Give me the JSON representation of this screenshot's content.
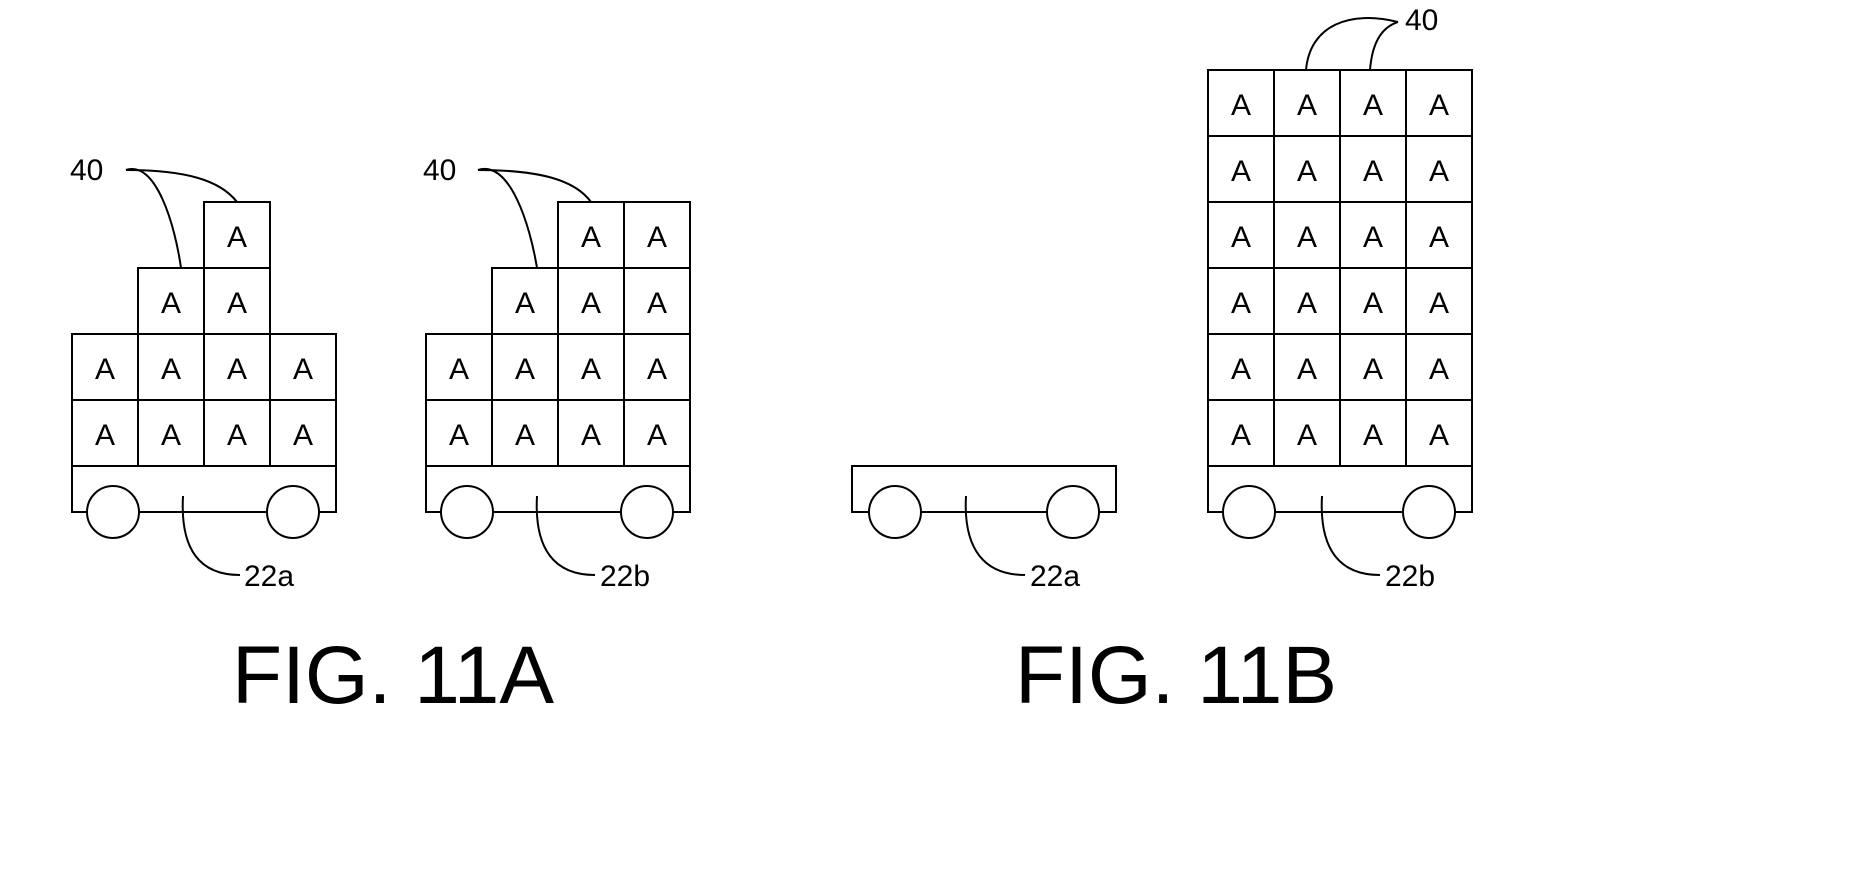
{
  "figures": [
    {
      "caption": "FIG. 11A",
      "carts": [
        {
          "label": "22a",
          "stack_label": "40",
          "cell_label": "A",
          "rows_bottom_to_top": [
            [
              1,
              1,
              1,
              1
            ],
            [
              1,
              1,
              1,
              1
            ],
            [
              0,
              1,
              1,
              0
            ],
            [
              0,
              0,
              1,
              0
            ]
          ]
        },
        {
          "label": "22b",
          "stack_label": "40",
          "cell_label": "A",
          "rows_bottom_to_top": [
            [
              1,
              1,
              1,
              1
            ],
            [
              1,
              1,
              1,
              1
            ],
            [
              0,
              1,
              1,
              1
            ],
            [
              0,
              0,
              1,
              1
            ]
          ]
        }
      ]
    },
    {
      "caption": "FIG. 11B",
      "carts": [
        {
          "label": "22a",
          "stack_label": "",
          "cell_label": "A",
          "rows_bottom_to_top": []
        },
        {
          "label": "22b",
          "stack_label": "40",
          "cell_label": "A",
          "rows_bottom_to_top": [
            [
              1,
              1,
              1,
              1
            ],
            [
              1,
              1,
              1,
              1
            ],
            [
              1,
              1,
              1,
              1
            ],
            [
              1,
              1,
              1,
              1
            ],
            [
              1,
              1,
              1,
              1
            ],
            [
              1,
              1,
              1,
              1
            ]
          ]
        }
      ]
    }
  ]
}
